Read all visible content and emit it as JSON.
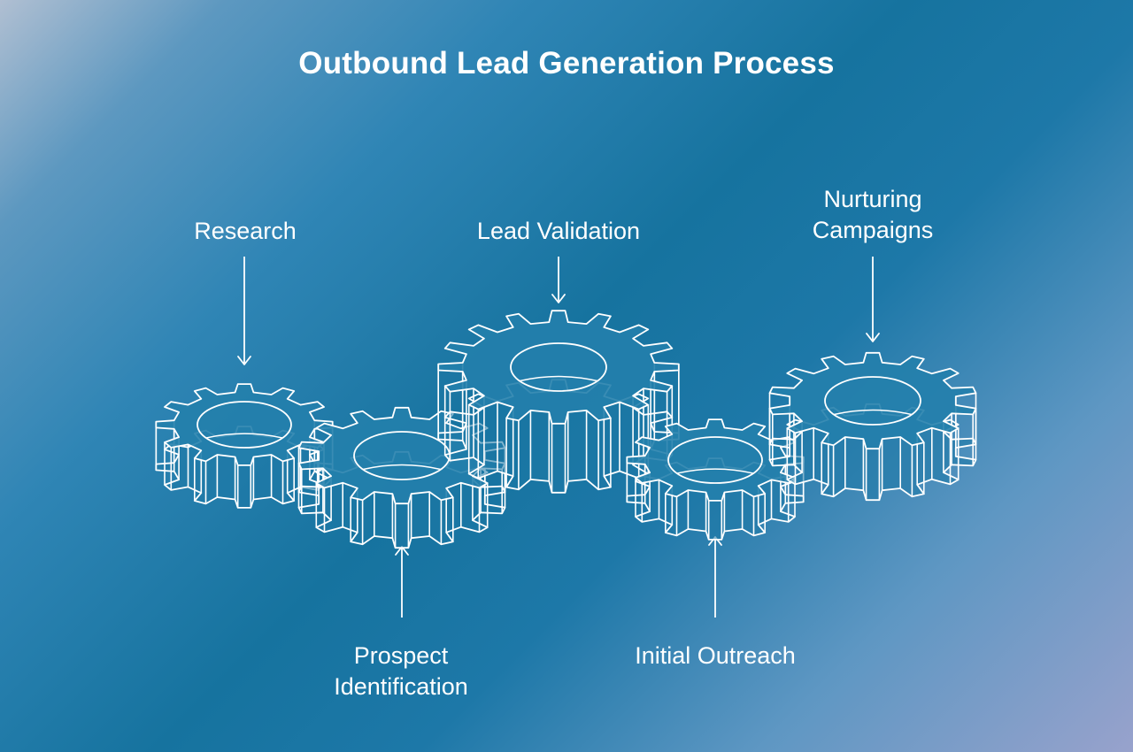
{
  "title": "Outbound Lead Generation Process",
  "stages": [
    {
      "id": "research",
      "lines": [
        "Research"
      ]
    },
    {
      "id": "prospect-identification",
      "lines": [
        "Prospect",
        "Identification"
      ]
    },
    {
      "id": "lead-validation",
      "lines": [
        "Lead Validation"
      ]
    },
    {
      "id": "initial-outreach",
      "lines": [
        "Initial Outreach"
      ]
    },
    {
      "id": "nurturing-campaigns",
      "lines": [
        "Nurturing",
        "Campaigns"
      ]
    }
  ],
  "colors": {
    "line": "#ffffff"
  }
}
